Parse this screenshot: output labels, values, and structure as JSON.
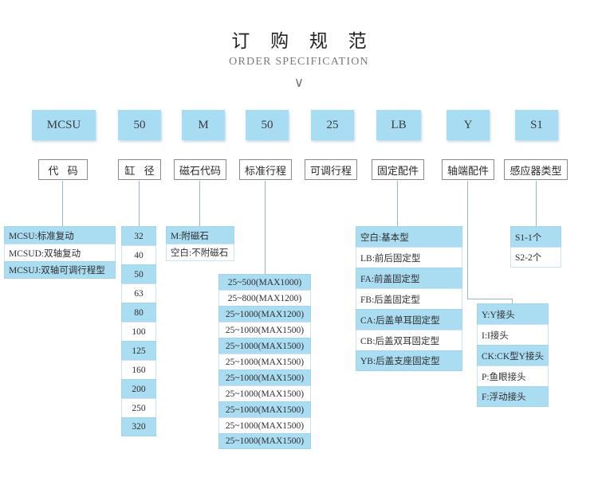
{
  "header": {
    "title_zh": "订 购 规 范",
    "title_en": "ORDER SPECIFICATION",
    "chevron": "∨"
  },
  "colors": {
    "chip_blue": "#a8dcf2",
    "row_blue": "#aadcf2",
    "line": "#9ab7c6",
    "text": "#2e2e2e"
  },
  "code_chips": [
    {
      "value": "MCSU"
    },
    {
      "value": "50"
    },
    {
      "value": "M"
    },
    {
      "value": "50"
    },
    {
      "value": "25"
    },
    {
      "value": "LB"
    },
    {
      "value": "Y"
    },
    {
      "value": "S1"
    }
  ],
  "field_labels": [
    {
      "label": "代 码"
    },
    {
      "label": "缸 径"
    },
    {
      "label": "磁石代码"
    },
    {
      "label": "标准行程"
    },
    {
      "label": "可调行程"
    },
    {
      "label": "固定配件"
    },
    {
      "label": "轴端配件"
    },
    {
      "label": "感应器类型"
    }
  ],
  "columns": {
    "code": [
      "MCSU:标准复动",
      "MCSUD:双轴复动",
      "MCSUJ:双轴可调行程型"
    ],
    "bore": [
      "32",
      "40",
      "50",
      "63",
      "80",
      "100",
      "125",
      "160",
      "200",
      "250",
      "320"
    ],
    "magnet": [
      "M:附磁石",
      "空白:不附磁石"
    ],
    "stroke": [
      "25~500(MAX1000)",
      "25~800(MAX1200)",
      "25~1000(MAX1200)",
      "25~1000(MAX1500)",
      "25~1000(MAX1500)",
      "25~1000(MAX1500)",
      "25~1000(MAX1500)",
      "25~1000(MAX1500)",
      "25~1000(MAX1500)",
      "25~1000(MAX1500)",
      "25~1000(MAX1500)"
    ],
    "adjustable_stroke": [],
    "mounting": [
      "空白:基本型",
      "LB:前后固定型",
      "FA:前盖固定型",
      "FB:后盖固定型",
      "CA:后盖单耳固定型",
      "CB:后盖双耳固定型",
      "YB:后盖支座固定型"
    ],
    "rod_end": [
      "Y:Y接头",
      "I:I接头",
      "CK:CK型Y接头",
      "P:鱼眼接头",
      "F:浮动接头"
    ],
    "sensor": [
      "S1-1个",
      "S2-2个"
    ]
  }
}
